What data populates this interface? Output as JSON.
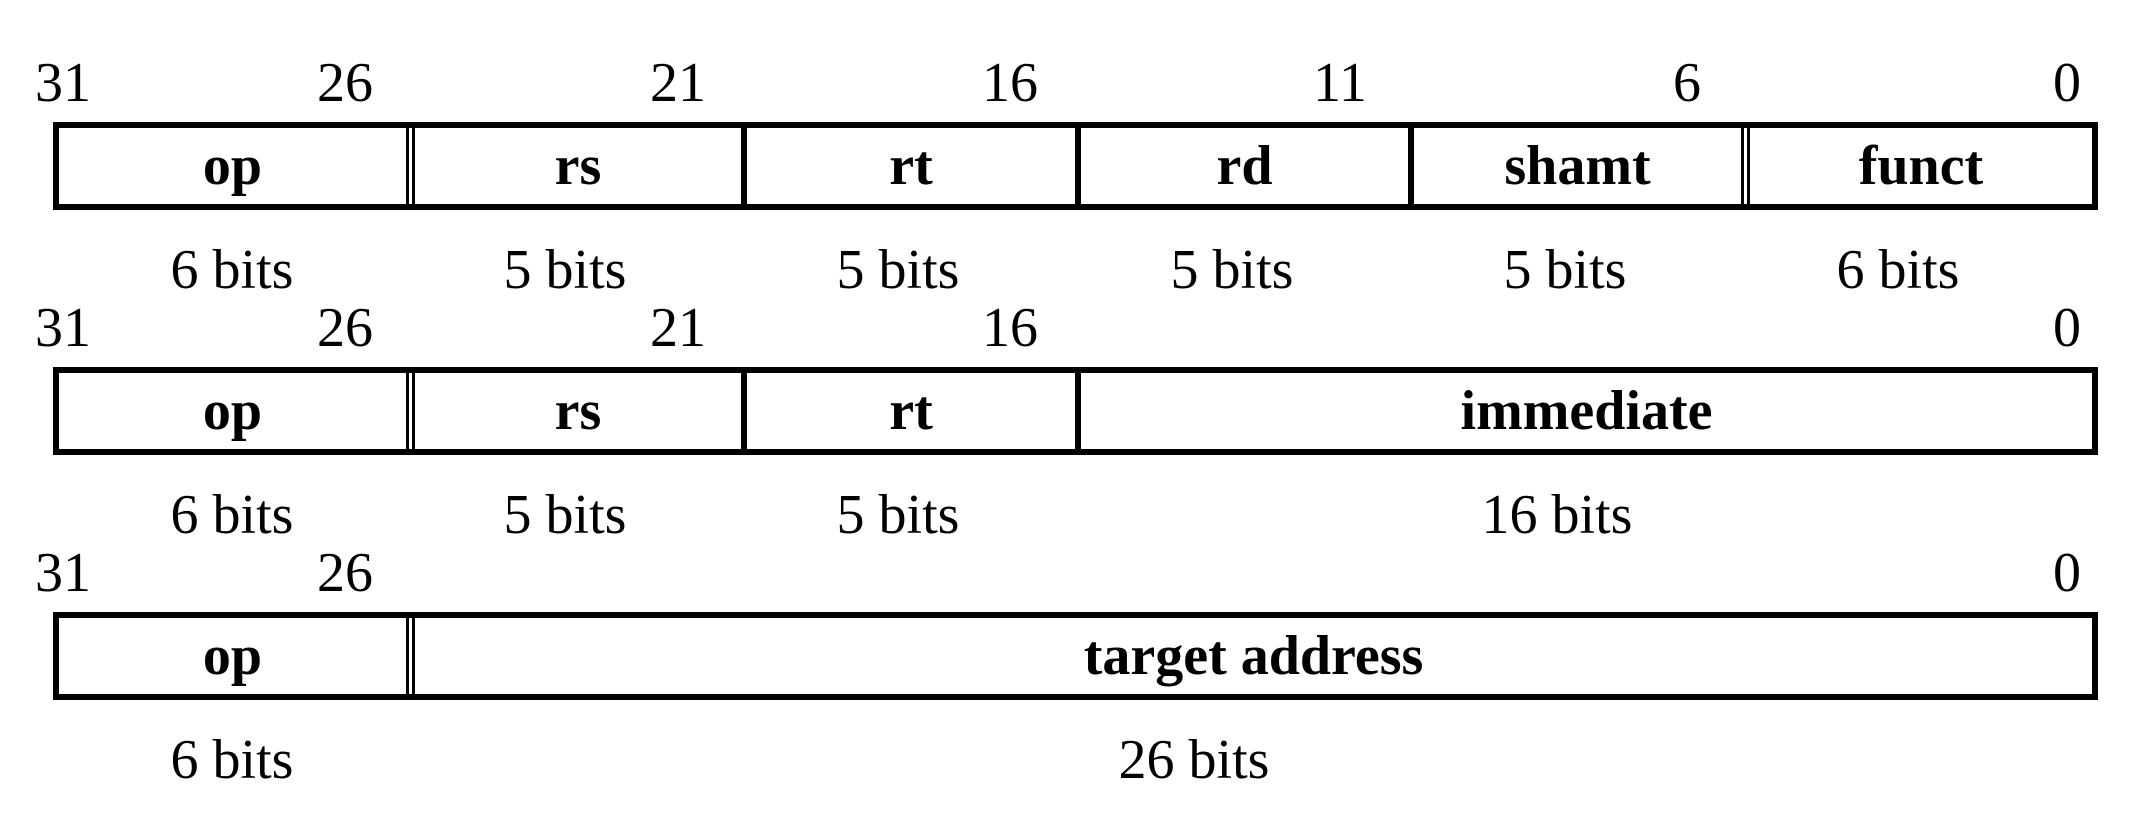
{
  "formats": [
    {
      "bit_positions": [
        "31",
        "26",
        "21",
        "16",
        "11",
        "6",
        "0"
      ],
      "fields": [
        "op",
        "rs",
        "rt",
        "rd",
        "shamt",
        "funct"
      ],
      "widths": [
        "6 bits",
        "5 bits",
        "5 bits",
        "5 bits",
        "5 bits",
        "6 bits"
      ]
    },
    {
      "bit_positions": [
        "31",
        "26",
        "21",
        "16",
        "0"
      ],
      "fields": [
        "op",
        "rs",
        "rt",
        "immediate"
      ],
      "widths": [
        "6 bits",
        "5 bits",
        "5 bits",
        "16 bits"
      ]
    },
    {
      "bit_positions": [
        "31",
        "26",
        "0"
      ],
      "fields": [
        "op",
        "target address"
      ],
      "widths": [
        "6 bits",
        "26 bits"
      ]
    }
  ]
}
